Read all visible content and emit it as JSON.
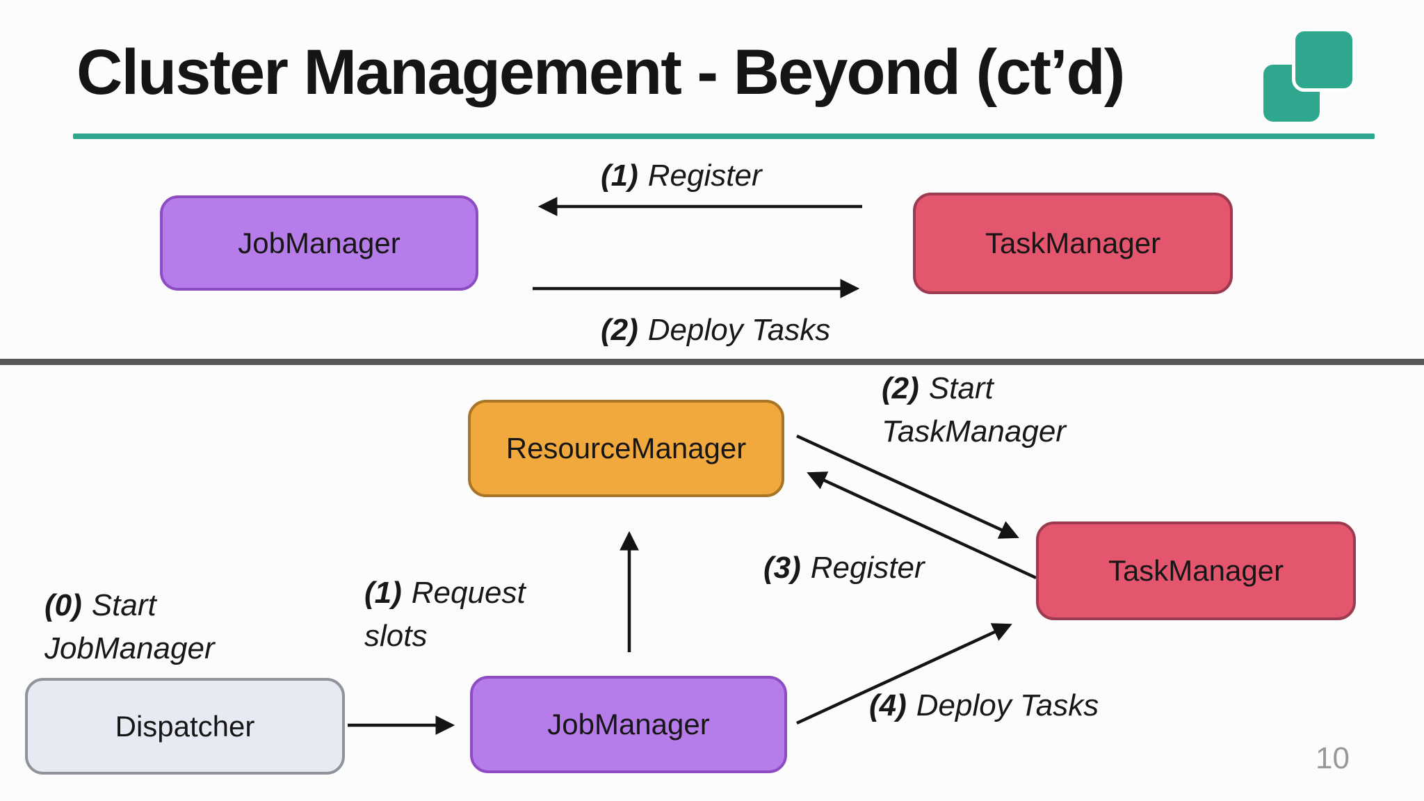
{
  "slide": {
    "title": "Cluster Management - Beyond (ct’d)",
    "page_number": "10"
  },
  "colors": {
    "accent_teal": "#2EA78E",
    "purple_fill": "#B67CE9",
    "purple_border": "#8E4CC2",
    "red_fill": "#E4566E",
    "red_border": "#9C3A50",
    "orange_fill": "#F1A83C",
    "orange_border": "#A97425",
    "dispatcher_fill": "#E7EAF2",
    "dispatcher_border": "#8F939B",
    "divider_gray": "#57585A",
    "arrow_color": "#141414"
  },
  "top_diagram": {
    "jobmanager_label": "JobManager",
    "taskmanager_label": "TaskManager",
    "register": {
      "num": "(1)",
      "text": "Register"
    },
    "deploy": {
      "num": "(2)",
      "text": "Deploy Tasks"
    }
  },
  "bottom_diagram": {
    "resourcemanager_label": "ResourceManager",
    "jobmanager_label": "JobManager",
    "taskmanager_label": "TaskManager",
    "dispatcher_label": "Dispatcher",
    "start_jobmanager": {
      "num": "(0)",
      "line1": "Start",
      "line2": "JobManager"
    },
    "request_slots": {
      "num": "(1)",
      "line1": "Request",
      "line2": "slots"
    },
    "start_taskmanager": {
      "num": "(2)",
      "line1": "Start",
      "line2": "TaskManager"
    },
    "register": {
      "num": "(3)",
      "text": "Register"
    },
    "deploy_tasks": {
      "num": "(4)",
      "text": "Deploy Tasks"
    }
  }
}
